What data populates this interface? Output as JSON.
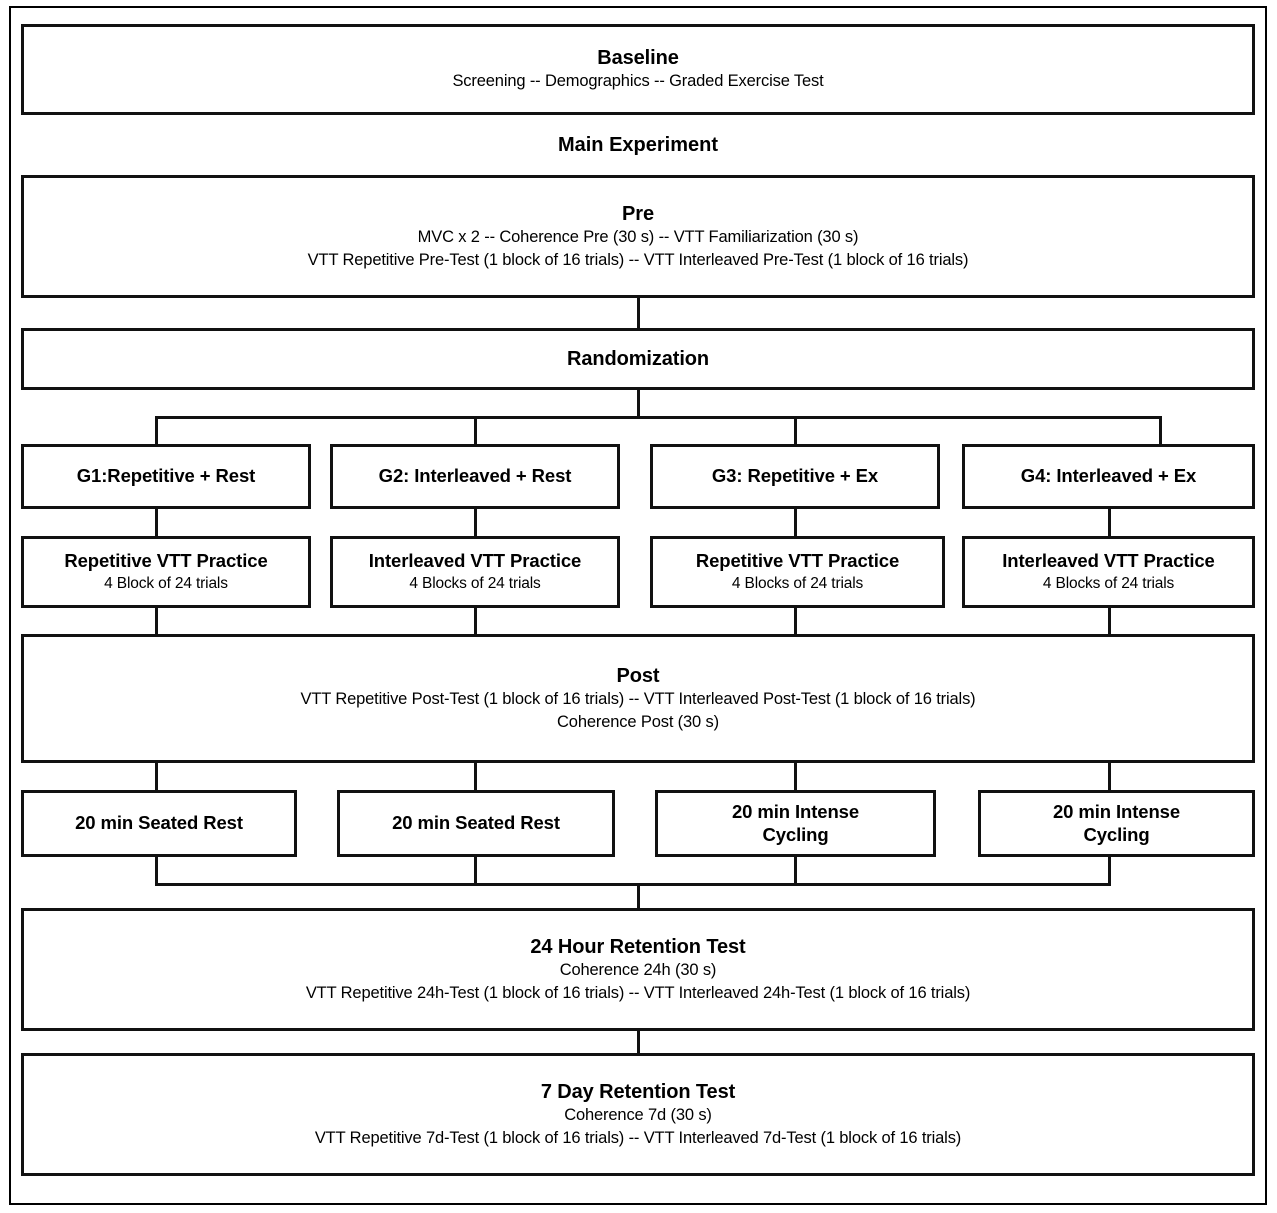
{
  "figure": {
    "type": "flowchart",
    "description": "Experimental protocol flow diagram"
  },
  "nodes": {
    "baseline": {
      "title": "Baseline",
      "line1": "Screening -- Demographics -- Graded Exercise Test"
    },
    "main_experiment_label": "Main Experiment",
    "pre": {
      "title": "Pre",
      "line1": "MVC x 2 -- Coherence Pre (30 s) -- VTT Familiarization (30 s)",
      "line2": "VTT Repetitive Pre-Test (1 block of 16 trials) -- VTT Interleaved  Pre-Test (1 block of 16 trials)"
    },
    "randomization": {
      "title": "Randomization"
    },
    "groups": [
      {
        "title": "G1:Repetitive + Rest"
      },
      {
        "title": "G2: Interleaved + Rest"
      },
      {
        "title": "G3: Repetitive + Ex"
      },
      {
        "title": "G4: Interleaved + Ex"
      }
    ],
    "practice": [
      {
        "title": "Repetitive VTT Practice",
        "sub": "4 Block of 24 trials"
      },
      {
        "title": "Interleaved VTT Practice",
        "sub": "4 Blocks of 24 trials"
      },
      {
        "title": "Repetitive VTT Practice",
        "sub": "4 Blocks of 24 trials"
      },
      {
        "title": "Interleaved VTT Practice",
        "sub": "4 Blocks of 24 trials"
      }
    ],
    "post": {
      "title": "Post",
      "line1": "VTT Repetitive Post-Test (1 block of 16 trials) -- VTT Interleaved  Post-Test (1 block of 16 trials)",
      "line2": "Coherence Post (30 s)"
    },
    "intervention": [
      {
        "title": "20 min Seated Rest"
      },
      {
        "title": "20 min Seated Rest"
      },
      {
        "title": "20 min Intense Cycling"
      },
      {
        "title": "20 min Intense Cycling"
      }
    ],
    "retention_24h": {
      "title": "24 Hour Retention Test",
      "line1": "Coherence 24h (30 s)",
      "line2": "VTT Repetitive 24h-Test (1 block of 16 trials) -- VTT Interleaved  24h-Test (1 block of 16 trials)"
    },
    "retention_7d": {
      "title": "7 Day Retention Test",
      "line1": "Coherence 7d (30 s)",
      "line2": "VTT Repetitive 7d-Test (1 block of 16 trials) -- VTT Interleaved  7d-Test (1 block of 16 trials)"
    }
  },
  "colors": {
    "border": "#111111",
    "background": "#ffffff",
    "text": "#000000"
  }
}
